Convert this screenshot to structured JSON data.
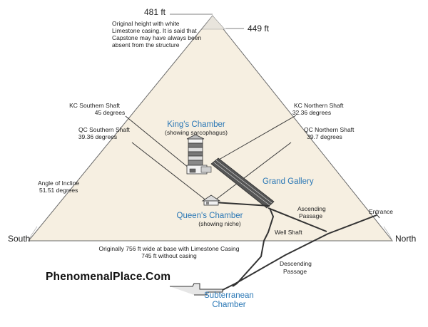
{
  "heights": {
    "original": "481 ft",
    "current": "449 ft",
    "note_lines": [
      "Original height with white",
      "Limestone casing. It is said that",
      "Capstone may have always been",
      "absent from the structure"
    ]
  },
  "shafts": {
    "kc_southern": [
      "KC Southern Shaft",
      "45 degrees"
    ],
    "qc_southern": [
      "QC Southern Shaft",
      "39.36 degrees"
    ],
    "kc_northern": [
      "KC Northern Shaft",
      "32.36 degrees"
    ],
    "qc_northern": [
      "QC Northern Shaft",
      "39.7 degrees"
    ]
  },
  "incline": [
    "Angle of Incline",
    "51.51 degrees"
  ],
  "chambers": {
    "king": "King's Chamber",
    "king_sub": "(showing sarcophagus)",
    "queen": "Queen's Chamber",
    "queen_sub": "(showing niche)",
    "grand_gallery": "Grand Gallery",
    "subterranean": [
      "Subterranean",
      "Chamber"
    ]
  },
  "passages": {
    "ascending": [
      "Ascending",
      "Passage"
    ],
    "descending": [
      "Descending",
      "Passage"
    ],
    "well_shaft": "Well Shaft",
    "entrance": "Entrance"
  },
  "directions": {
    "south": "South",
    "north": "North"
  },
  "base": [
    "Originally 756 ft wide at base with Limestone Casing",
    "745 ft without casing"
  ],
  "brand": "PhenomenalPlace.Com",
  "colors": {
    "pyramid_fill": "#f6efe1",
    "line": "#3a3a3a",
    "label_blue": "#2a77b5"
  }
}
